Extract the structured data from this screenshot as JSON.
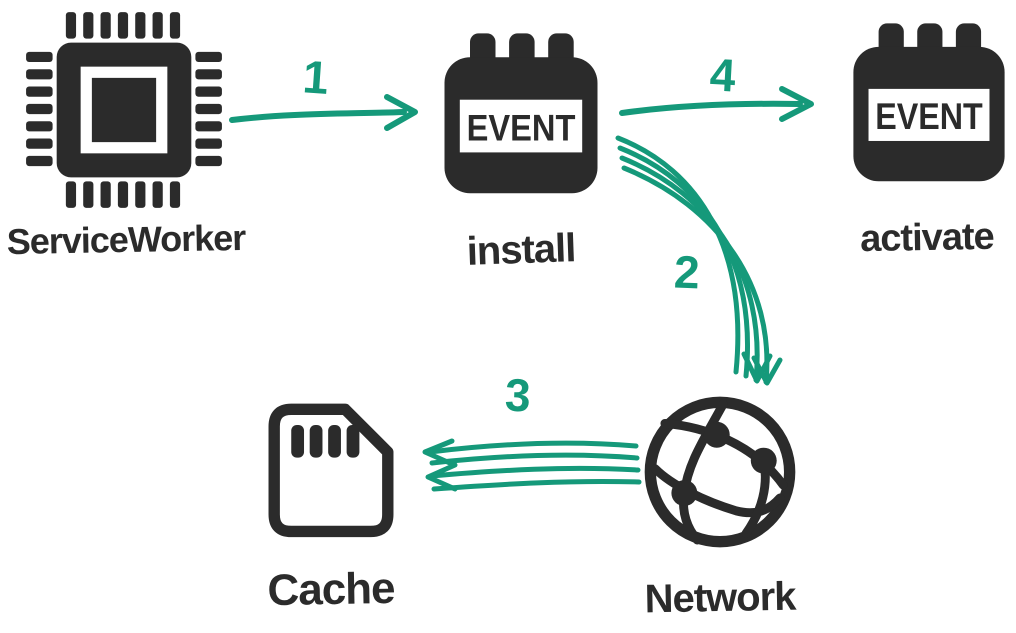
{
  "diagram": {
    "colors": {
      "accent": "#15997a",
      "ink": "#2b2b2b"
    },
    "nodes": {
      "service_worker": {
        "label": "ServiceWorker",
        "icon": "cpu-icon"
      },
      "install": {
        "label": "install",
        "icon": "calendar-event-icon",
        "icon_text": "EVENT"
      },
      "activate": {
        "label": "activate",
        "icon": "calendar-event-icon",
        "icon_text": "EVENT"
      },
      "cache": {
        "label": "Cache",
        "icon": "sd-card-icon"
      },
      "network": {
        "label": "Network",
        "icon": "globe-network-icon"
      }
    },
    "arrows": [
      {
        "number": "1",
        "from": "service_worker",
        "to": "install",
        "style": "single"
      },
      {
        "number": "2",
        "from": "install",
        "to": "network",
        "style": "bundle"
      },
      {
        "number": "3",
        "from": "network",
        "to": "cache",
        "style": "bundle"
      },
      {
        "number": "4",
        "from": "install",
        "to": "activate",
        "style": "single"
      }
    ]
  }
}
